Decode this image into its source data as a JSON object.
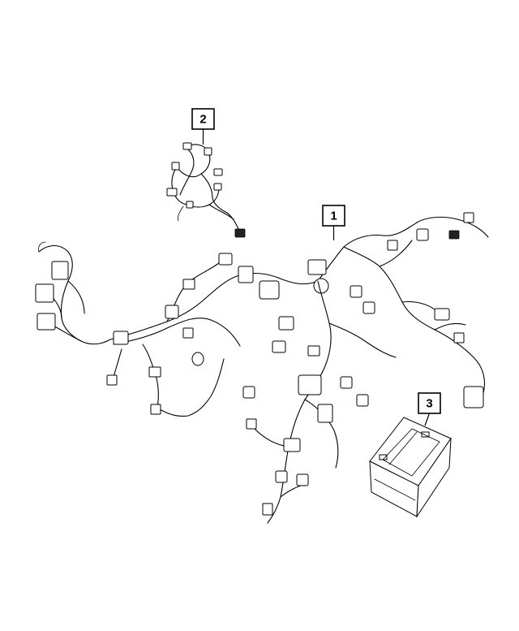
{
  "callouts": [
    {
      "id": "harness-2",
      "label": "2"
    },
    {
      "id": "harness-1",
      "label": "1"
    },
    {
      "id": "battery-3",
      "label": "3"
    }
  ]
}
